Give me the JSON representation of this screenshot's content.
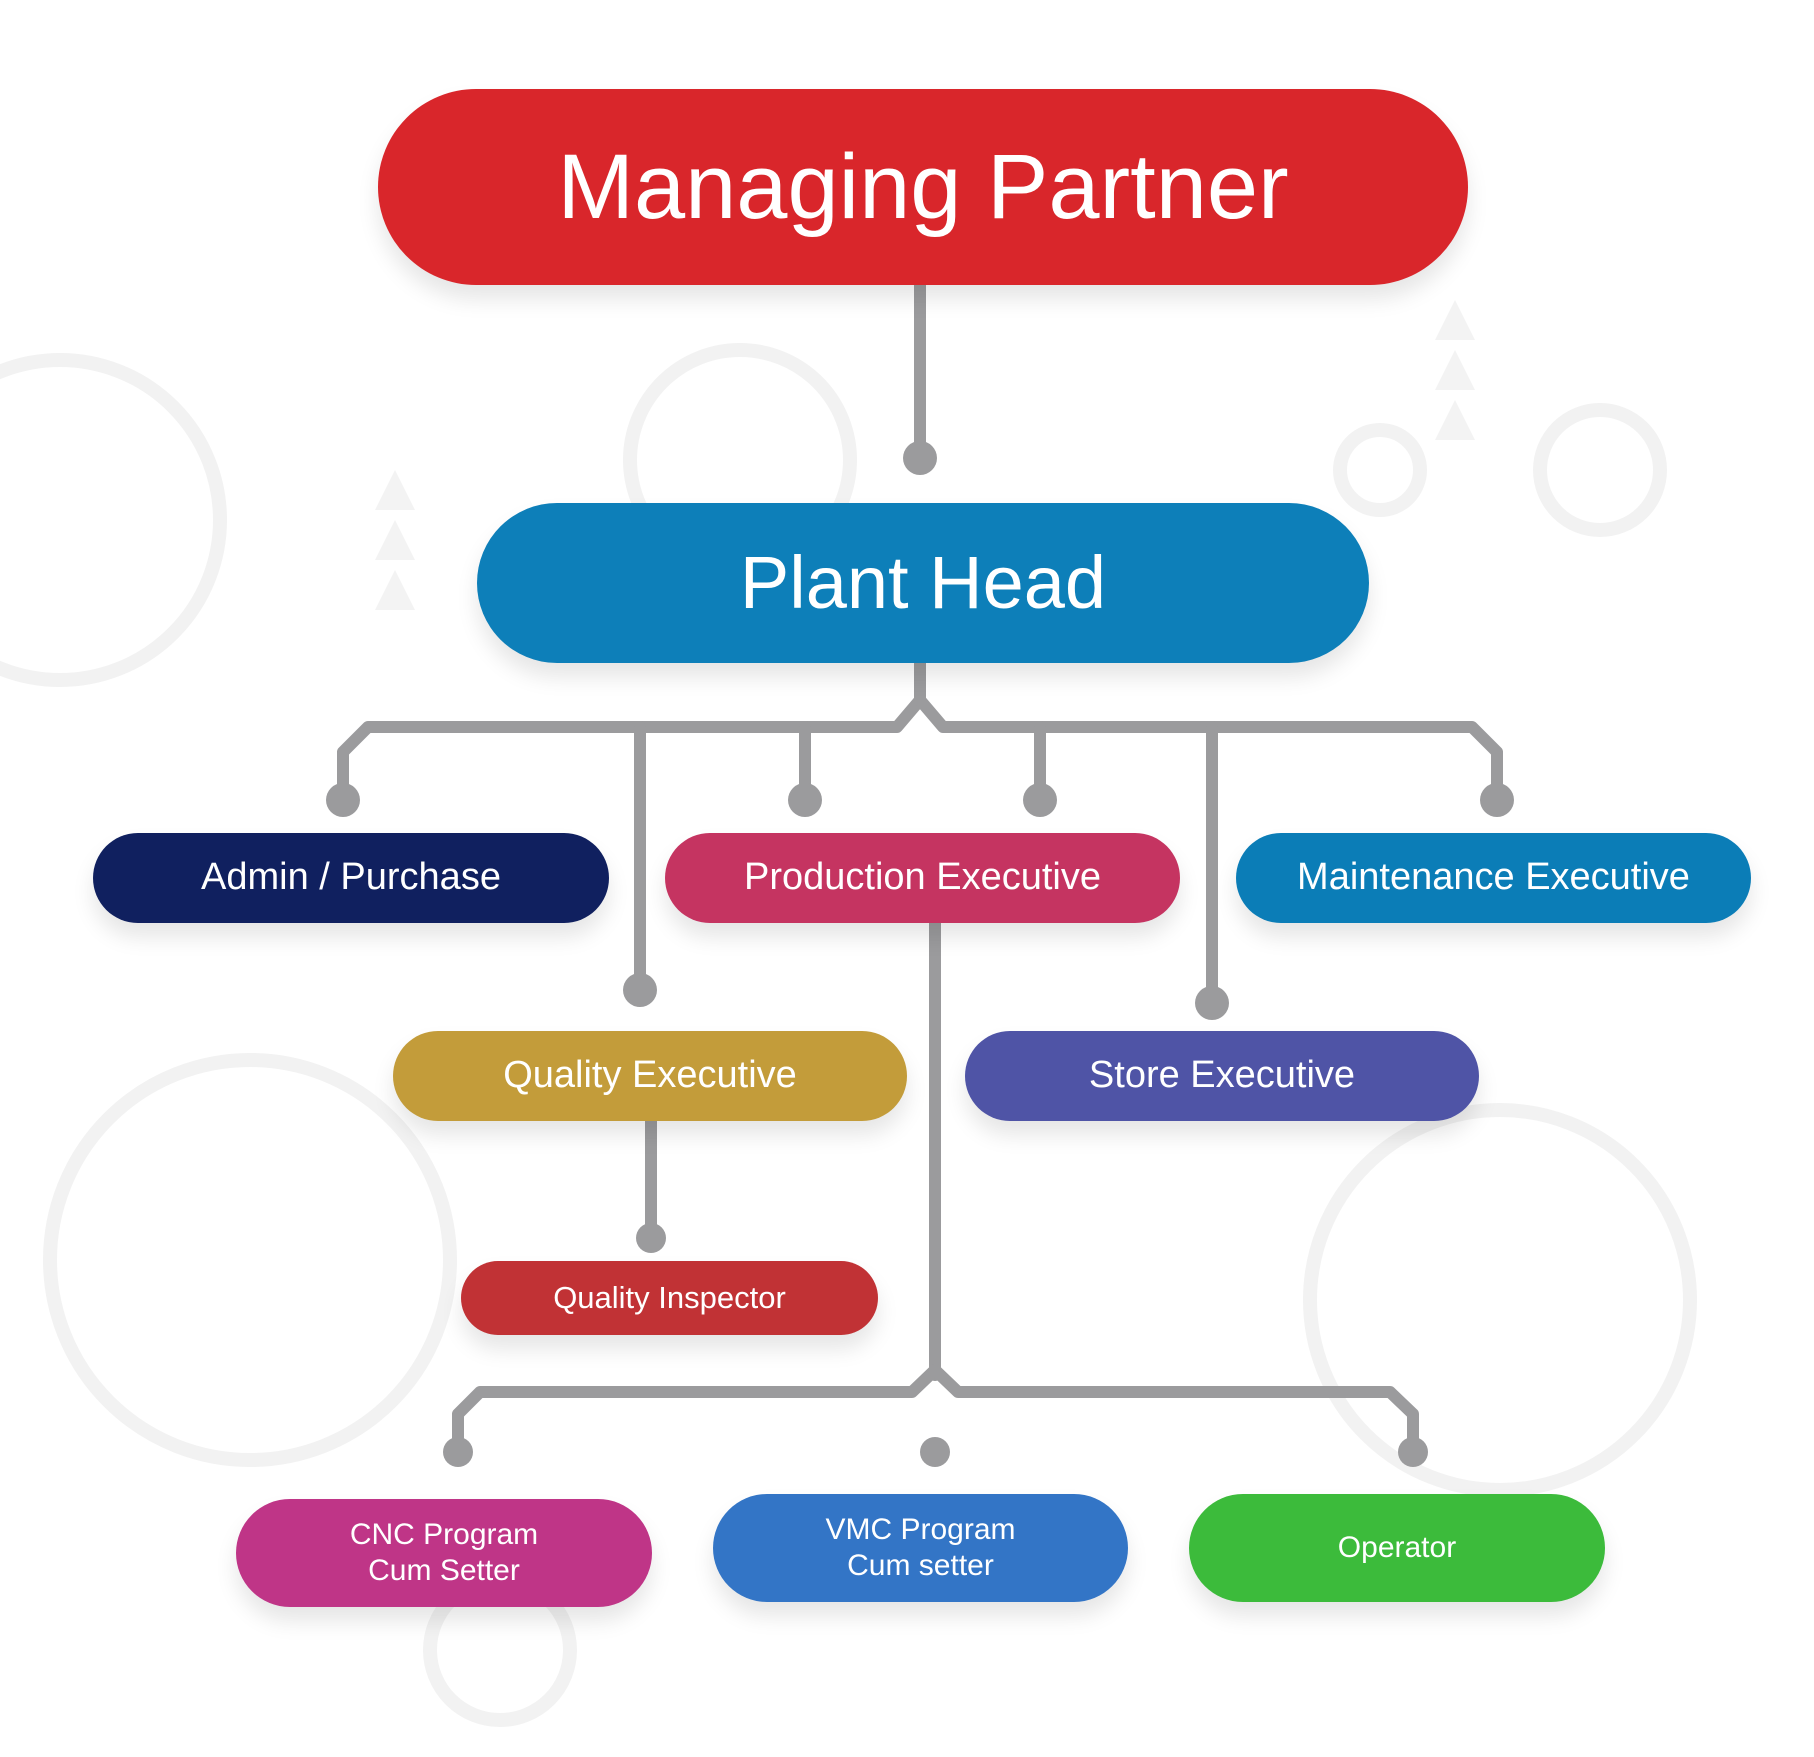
{
  "diagram": {
    "nodes": {
      "managing_partner": "Managing Partner",
      "plant_head": "Plant Head",
      "admin_purchase": "Admin / Purchase",
      "production_executive": "Production Executive",
      "maintenance_executive": "Maintenance Executive",
      "quality_executive": "Quality Executive",
      "store_executive": "Store Executive",
      "quality_inspector": "Quality Inspector",
      "cnc_program_cum_setter": "CNC Program\nCum Setter",
      "vmc_program_cum_setter": "VMC  Program\nCum setter",
      "operator": "Operator"
    },
    "edges": [
      [
        "Managing Partner",
        "Plant Head"
      ],
      [
        "Plant Head",
        "Admin / Purchase"
      ],
      [
        "Plant Head",
        "Quality Executive"
      ],
      [
        "Plant Head",
        "Production Executive"
      ],
      [
        "Plant Head",
        "Store Executive"
      ],
      [
        "Plant Head",
        "Maintenance Executive"
      ],
      [
        "Quality Executive",
        "Quality Inspector"
      ],
      [
        "Production Executive",
        "CNC Program Cum Setter"
      ],
      [
        "Production Executive",
        "VMC Program Cum setter"
      ],
      [
        "Production Executive",
        "Operator"
      ]
    ],
    "colors": {
      "managing_partner": "#d9262b",
      "plant_head": "#0d7fb9",
      "admin_purchase": "#10205f",
      "production_executive": "#c53461",
      "maintenance_executive": "#0b7db7",
      "quality_executive": "#c39c3a",
      "store_executive": "#4f54a6",
      "quality_inspector": "#c13235",
      "cnc_program_cum_setter": "#bf3587",
      "vmc_program_cum_setter": "#3375c6",
      "operator": "#3cbb3b",
      "connector": "#9b9b9d",
      "background": "#ffffff"
    }
  }
}
